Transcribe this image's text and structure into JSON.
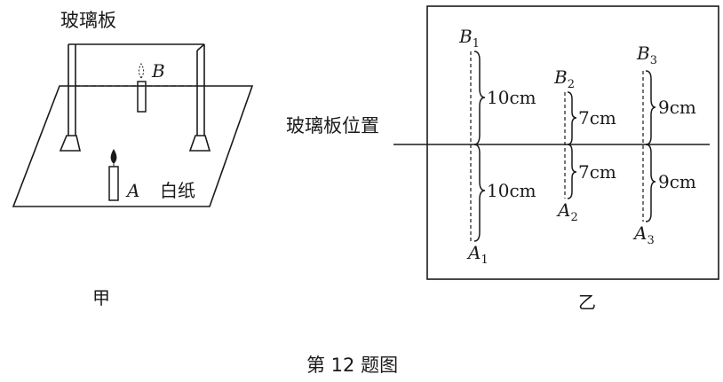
{
  "figure_a": {
    "glass_label": "玻璃板",
    "candle_b_label": "B",
    "candle_a_label": "A",
    "paper_label": "白纸",
    "caption": "甲"
  },
  "figure_b": {
    "glass_position_label": "玻璃板位置",
    "caption": "乙",
    "pairs": [
      {
        "top": {
          "letter": "B",
          "sub": "1"
        },
        "bottom": {
          "letter": "A",
          "sub": "1"
        },
        "upper_distance": "10cm",
        "lower_distance": "10cm"
      },
      {
        "top": {
          "letter": "B",
          "sub": "2"
        },
        "bottom": {
          "letter": "A",
          "sub": "2"
        },
        "upper_distance": "7cm",
        "lower_distance": "7cm"
      },
      {
        "top": {
          "letter": "B",
          "sub": "3"
        },
        "bottom": {
          "letter": "A",
          "sub": "3"
        },
        "upper_distance": "9cm",
        "lower_distance": "9cm"
      }
    ]
  },
  "figure_caption": "第 12 题图"
}
